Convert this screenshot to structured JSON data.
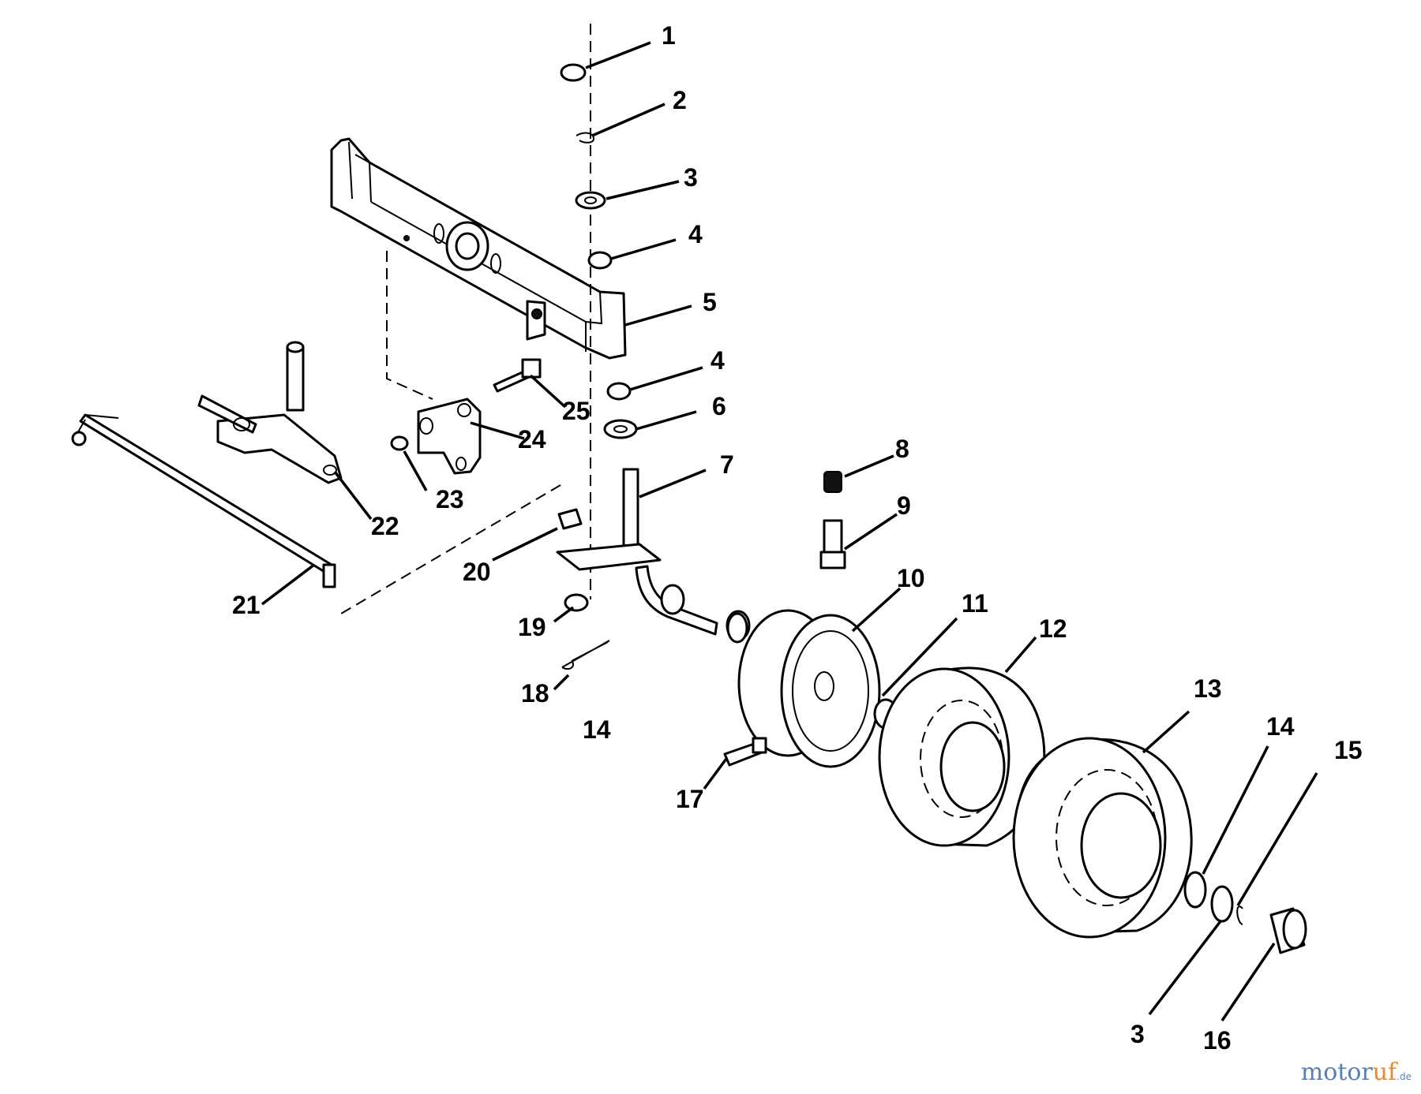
{
  "diagram": {
    "callouts": [
      {
        "id": "c1",
        "label": "1"
      },
      {
        "id": "c2",
        "label": "2"
      },
      {
        "id": "c3a",
        "label": "3"
      },
      {
        "id": "c4a",
        "label": "4"
      },
      {
        "id": "c5",
        "label": "5"
      },
      {
        "id": "c4b",
        "label": "4"
      },
      {
        "id": "c6",
        "label": "6"
      },
      {
        "id": "c7",
        "label": "7"
      },
      {
        "id": "c8",
        "label": "8"
      },
      {
        "id": "c9",
        "label": "9"
      },
      {
        "id": "c10",
        "label": "10"
      },
      {
        "id": "c11",
        "label": "11"
      },
      {
        "id": "c12",
        "label": "12"
      },
      {
        "id": "c13",
        "label": "13"
      },
      {
        "id": "c14a",
        "label": "14"
      },
      {
        "id": "c14b",
        "label": "14"
      },
      {
        "id": "c15",
        "label": "15"
      },
      {
        "id": "c3b",
        "label": "3"
      },
      {
        "id": "c16",
        "label": "16"
      },
      {
        "id": "c17",
        "label": "17"
      },
      {
        "id": "c18",
        "label": "18"
      },
      {
        "id": "c19",
        "label": "19"
      },
      {
        "id": "c20",
        "label": "20"
      },
      {
        "id": "c21",
        "label": "21"
      },
      {
        "id": "c22",
        "label": "22"
      },
      {
        "id": "c23",
        "label": "23"
      },
      {
        "id": "c24",
        "label": "24"
      },
      {
        "id": "c25",
        "label": "25"
      }
    ]
  },
  "watermark": {
    "part1": "motor",
    "part2": "uf",
    "tld": ".de"
  }
}
